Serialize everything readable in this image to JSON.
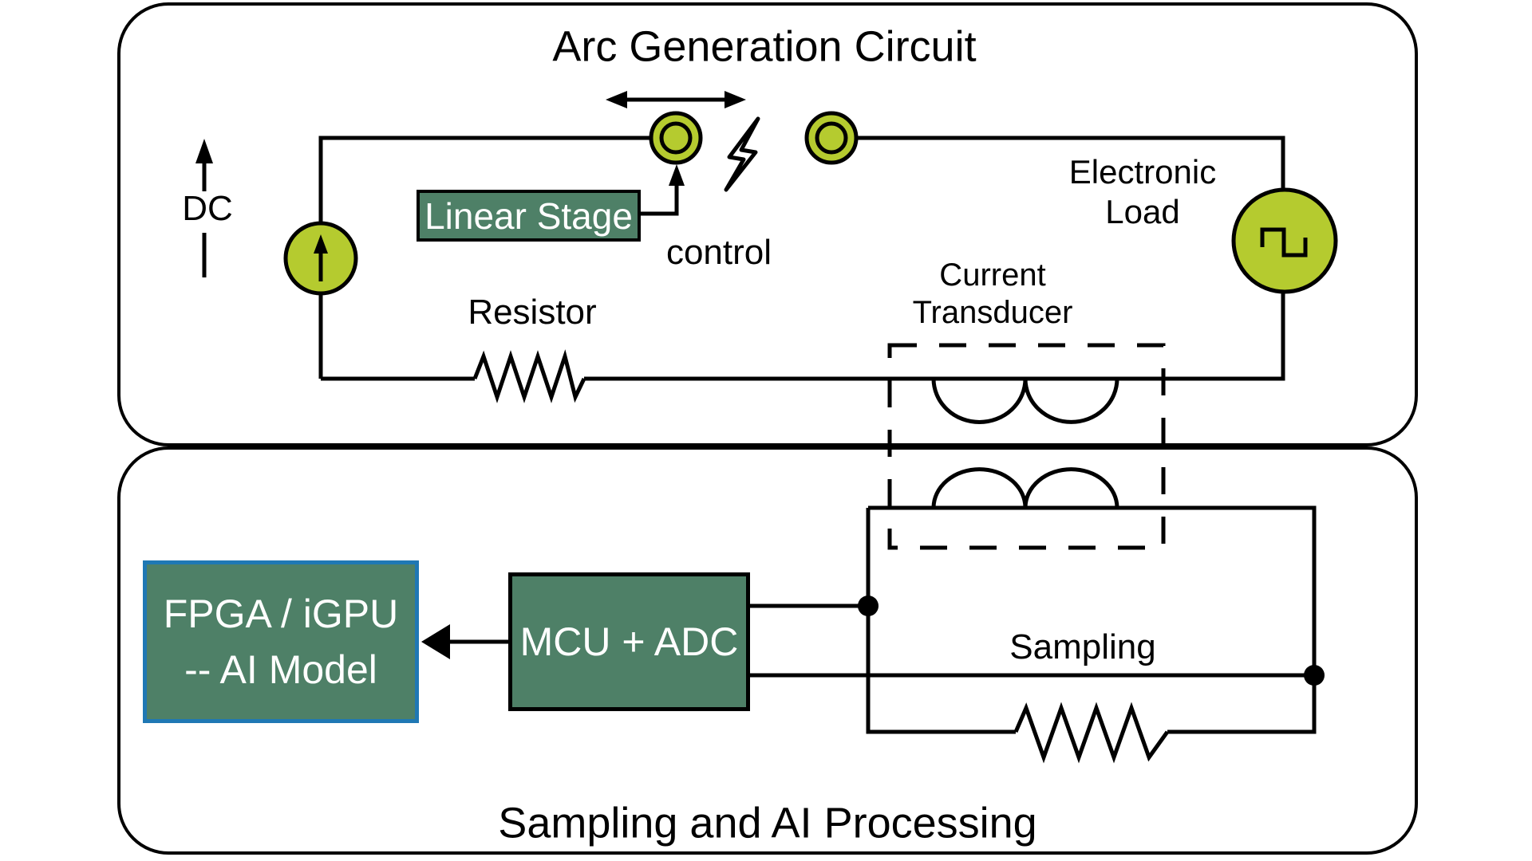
{
  "figure": {
    "top_panel": {
      "title": "Arc Generation Circuit",
      "labels": {
        "dc": "DC",
        "linear_stage": "Linear Stage",
        "control": "control",
        "resistor": "Resistor",
        "electronic_load": [
          "Electronic",
          "Load"
        ],
        "current_transducer": [
          "Current",
          "Transducer"
        ]
      }
    },
    "bottom_panel": {
      "title": "Sampling and AI Processing",
      "labels": {
        "fpga": [
          "FPGA / iGPU",
          "-- AI Model"
        ],
        "mcu": "MCU + ADC",
        "sampling": "Sampling"
      }
    },
    "colors": {
      "node_fill": "#b5cb2f",
      "module_fill": "#4e8067",
      "fpga_border": "#1f78b4",
      "line_color": "#000000"
    },
    "icons": {
      "dc_direction": "up-arrow-icon",
      "current_source": "current-source-circle-icon",
      "electrode": "electrode-node-icon",
      "arc_spark": "lightning-bolt-icon",
      "electrode_motion": "double-headed-arrow-icon",
      "control_link": "up-arrow-icon",
      "electronic_load_symbol": "square-wave-icon",
      "resistor_symbol": "resistor-zigzag-icon",
      "transducer_winding": "coil-icon",
      "junction": "junction-dot-icon",
      "mcu_to_fpga": "left-arrow-icon"
    }
  }
}
